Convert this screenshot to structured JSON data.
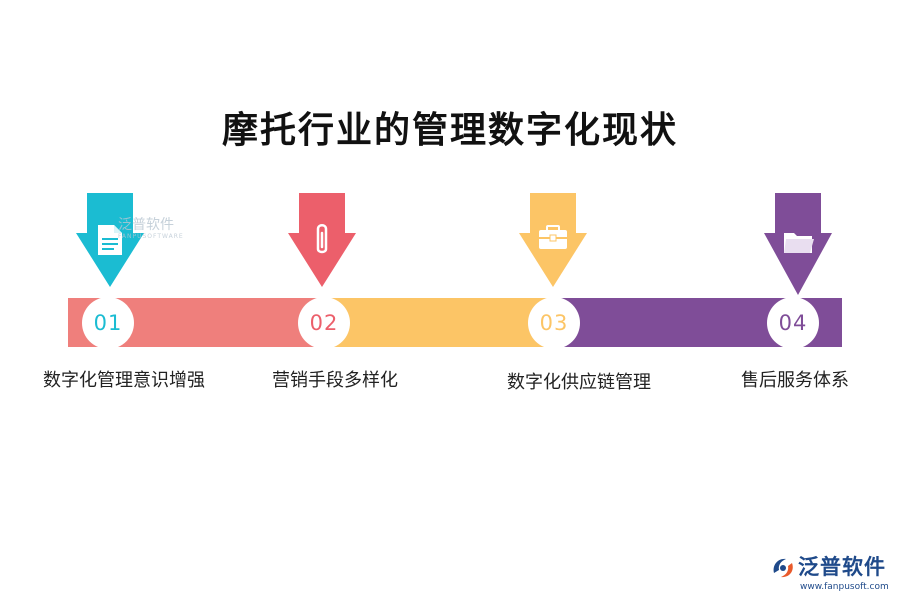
{
  "title": "摩托行业的管理数字化现状",
  "watermark": {
    "text": "泛普软件",
    "subtext": "FANPUSOFTWARE"
  },
  "steps": [
    {
      "number": "01",
      "label": "数字化管理意识增强",
      "color": "#1bbcd2",
      "band_color": "#ef7f7c",
      "icon": "document-icon"
    },
    {
      "number": "02",
      "label": "营销手段多样化",
      "color": "#ec5f6b",
      "band_color": "#fcc566",
      "icon": "paperclip-icon"
    },
    {
      "number": "03",
      "label": "数字化供应链管理",
      "color": "#fcc566",
      "band_color": "#7f4d98",
      "icon": "briefcase-icon"
    },
    {
      "number": "04",
      "label": "售后服务体系",
      "color": "#7f4d98",
      "band_color": "#7f4d98",
      "icon": "folder-icon"
    }
  ],
  "logo": {
    "name": "泛普软件",
    "url": "www.fanpusoft.com",
    "color": "#1f4a8a",
    "accent": "#e95a2b"
  }
}
